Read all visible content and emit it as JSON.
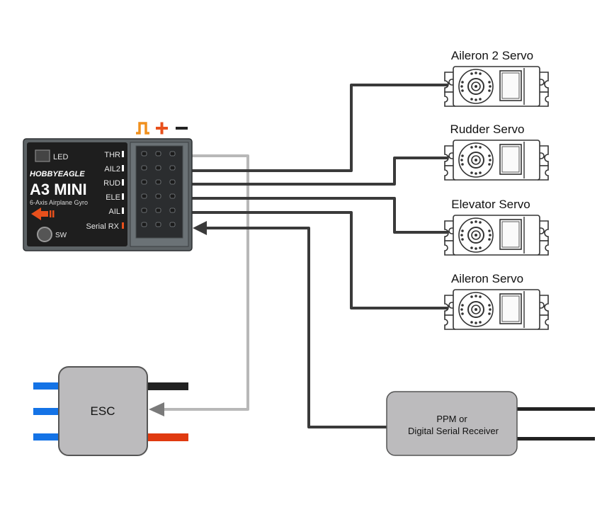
{
  "gyro": {
    "brand": "HOBBYEAGLE",
    "model": "A3 MINI",
    "subtitle": "6-Axis Airplane Gyro",
    "led_label": "LED",
    "sw_label": "SW",
    "pin_header": {
      "signal_symbol": "pulse-icon",
      "plus_symbol": "+",
      "minus_symbol": "−"
    },
    "ports": [
      {
        "label": "THR",
        "indicator_color": "#ffffff"
      },
      {
        "label": "AIL2",
        "indicator_color": "#ffffff"
      },
      {
        "label": "RUD",
        "indicator_color": "#ffffff"
      },
      {
        "label": "ELE",
        "indicator_color": "#ffffff"
      },
      {
        "label": "AIL",
        "indicator_color": "#ffffff"
      },
      {
        "label": "Serial RX",
        "indicator_color": "#e8501c"
      }
    ]
  },
  "servos": [
    {
      "label": "Aileron 2 Servo",
      "port": "AIL2"
    },
    {
      "label": "Rudder Servo",
      "port": "RUD"
    },
    {
      "label": "Elevator Servo",
      "port": "ELE"
    },
    {
      "label": "Aileron Servo",
      "port": "AIL"
    }
  ],
  "esc": {
    "label": "ESC",
    "port": "THR"
  },
  "receiver": {
    "label_line1": "PPM or",
    "label_line2": "Digital Serial Receiver",
    "port": "Serial RX"
  },
  "colors": {
    "wire_dark": "#3a3a3a",
    "wire_light": "#b8b8b8",
    "accent_orange": "#e8501c",
    "signal_orange": "#f0901e",
    "motor_blue": "#1473e6",
    "box_gray": "#bcbbbd"
  }
}
